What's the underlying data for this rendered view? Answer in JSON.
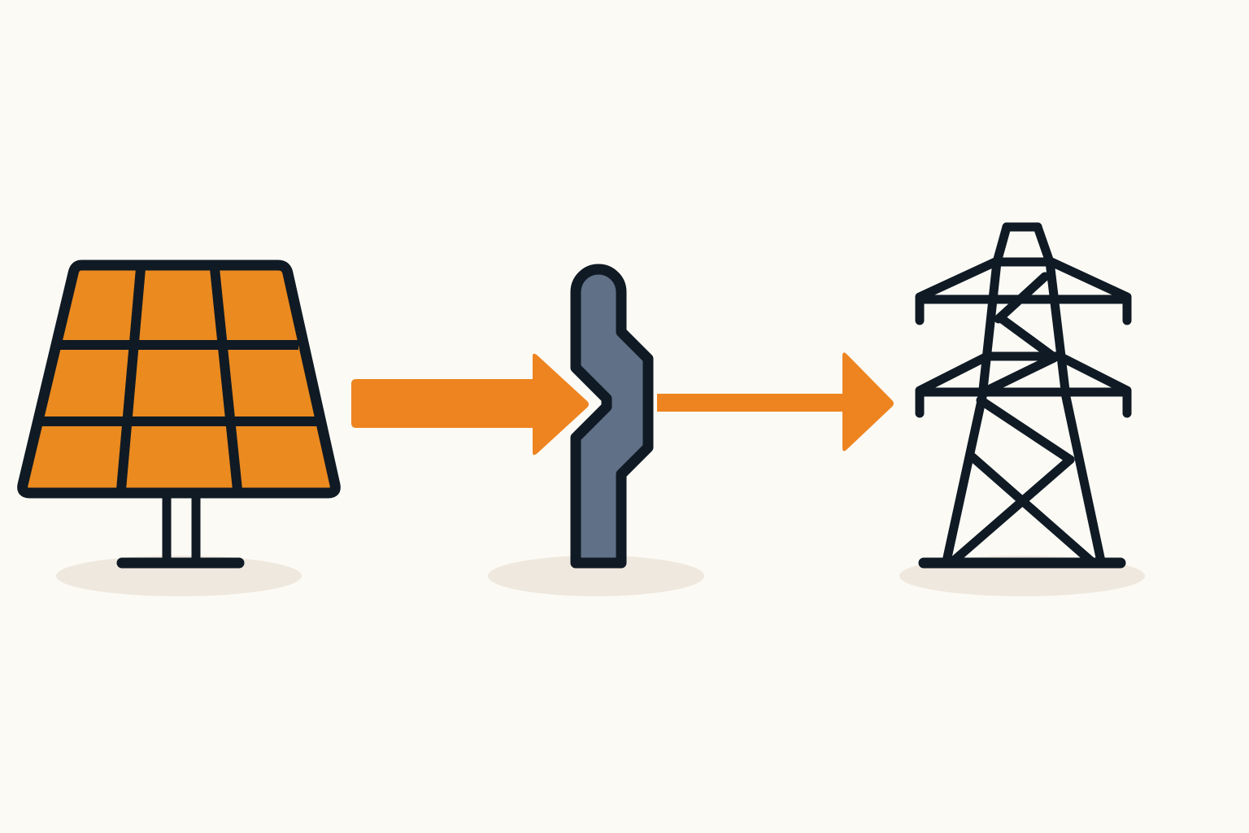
{
  "diagram": {
    "nodes": [
      {
        "id": "solar",
        "icon": "solar-panel-icon"
      },
      {
        "id": "converter",
        "icon": "power-converter-icon"
      },
      {
        "id": "grid",
        "icon": "transmission-tower-icon"
      }
    ],
    "edges": [
      {
        "from": "solar",
        "to": "converter",
        "style": "thick-arrow"
      },
      {
        "from": "converter",
        "to": "grid",
        "style": "thin-arrow"
      }
    ]
  },
  "colors": {
    "background": "#fcfaf5",
    "panel_fill": "#eb8a1f",
    "arrow": "#ee8420",
    "outline": "#0f1a24",
    "converter_fill": "#5f7087",
    "shadow": "#efe8de"
  }
}
